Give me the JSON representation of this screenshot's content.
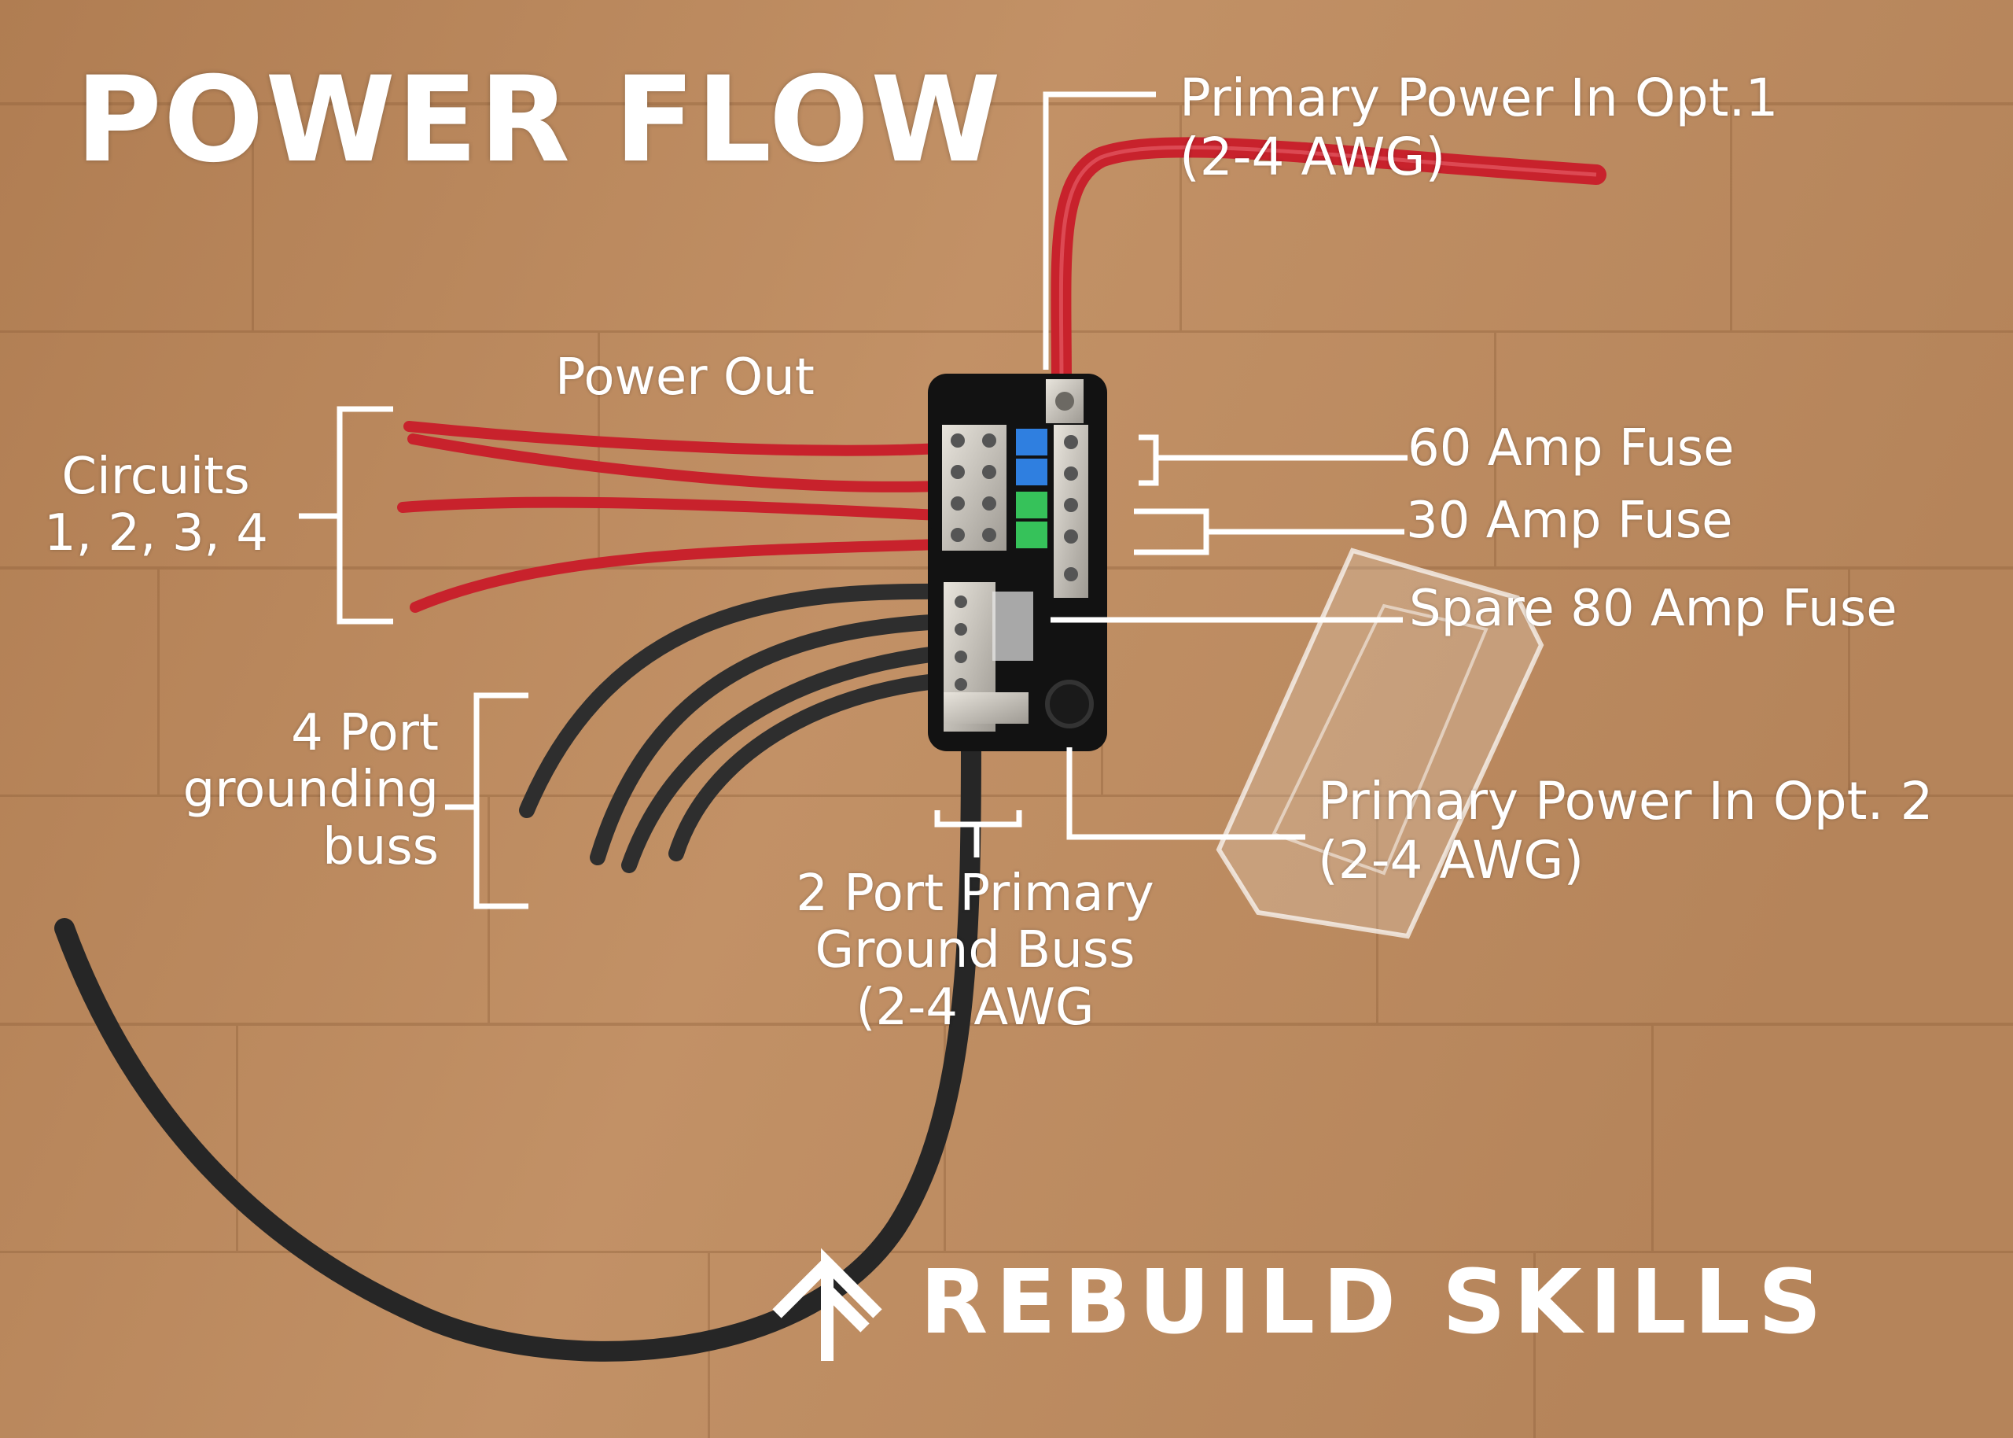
{
  "title": "POWER FLOW",
  "labels": {
    "primary_in_1": [
      "Primary Power In Opt.1",
      "(2-4 AWG)"
    ],
    "power_out": "Power Out",
    "circuits": [
      "Circuits",
      "1, 2, 3, 4"
    ],
    "fuse_60": "60 Amp Fuse",
    "fuse_30": "30 Amp Fuse",
    "spare_fuse": "Spare 80 Amp Fuse",
    "ground_4port": [
      "4 Port",
      "grounding",
      "buss"
    ],
    "primary_in_2": [
      "Primary Power In Opt. 2",
      "(2-4 AWG)"
    ],
    "ground_2port": [
      "2 Port Primary",
      "Ground Buss",
      "(2-4 AWG"
    ]
  },
  "brand": "REBUILD SKILLS",
  "colors": {
    "wood": "#b98a5e",
    "red_wire": "#c8222c",
    "black_wire": "#2e2e2e",
    "blue_fuse": "#2f7fe0",
    "green_fuse": "#36c25a",
    "callout": "#ffffff"
  }
}
